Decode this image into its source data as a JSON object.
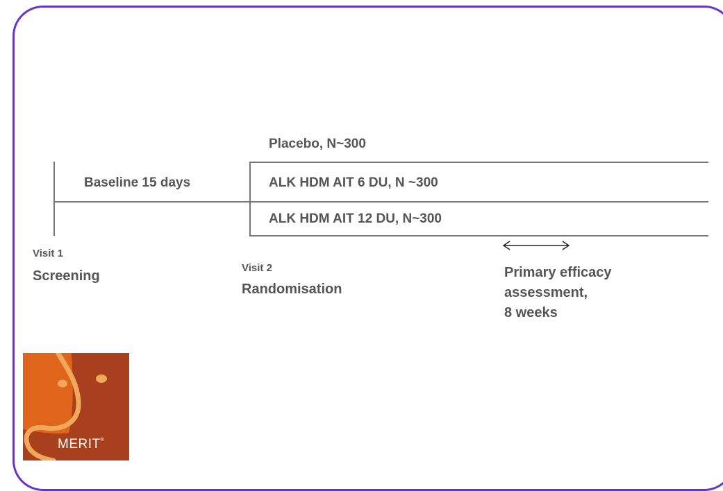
{
  "frame": {
    "border_color": "#6633cc"
  },
  "diagram": {
    "arms": [
      {
        "label": "Placebo, N~300"
      },
      {
        "label": "ALK HDM AIT 6 DU, N ~300"
      },
      {
        "label": "ALK HDM AIT 12 DU, N~300"
      }
    ],
    "baseline_label": "Baseline 15 days",
    "visit1": {
      "number": "Visit 1",
      "name": "Screening"
    },
    "visit2": {
      "number": "Visit 2",
      "name": "Randomisation"
    },
    "efficacy": {
      "line1": "Primary efficacy",
      "line2": "assessment,",
      "line3": "8 weeks"
    },
    "line_color": "#777777",
    "text_color": "#555555"
  },
  "logo": {
    "text": "MERIT",
    "registered_mark": "®",
    "colors": {
      "orange": "#e0651c",
      "brown": "#a8401e",
      "curve": "#f2a85a"
    }
  }
}
